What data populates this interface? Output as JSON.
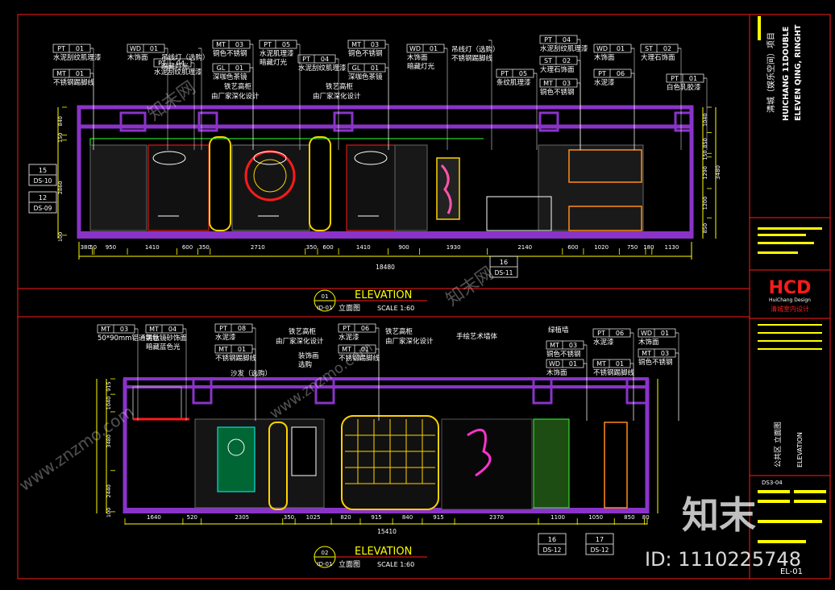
{
  "watermarks": {
    "site_name": "知末网",
    "site_url": "www.znzmo.com",
    "brand": "知末",
    "id_label": "ID: 1110225748"
  },
  "elevation_top": {
    "title": "ELEVATION",
    "badge_top": "01",
    "badge_bottom": "ID-01",
    "subtitle": "立面图",
    "scale": "SCALE  1:60",
    "tags": [
      {
        "code": "PT",
        "num": "01",
        "desc": [
          "水泥刮纹肌理漆"
        ]
      },
      {
        "code": "MT",
        "num": "01",
        "desc": [
          "不锈钢踢脚线"
        ]
      },
      {
        "code": "WD",
        "num": "01",
        "desc": [
          "木饰面"
        ]
      },
      {
        "code": "",
        "num": "",
        "desc": [
          "吊线灯（选购）",
          "暗藏灯光"
        ]
      },
      {
        "code": "PT",
        "num": "04",
        "desc": [
          "水泥刮纹肌理漆"
        ]
      },
      {
        "code": "MT",
        "num": "03",
        "desc": [
          "铜色不锈钢"
        ]
      },
      {
        "code": "GL",
        "num": "01",
        "desc": [
          "深咖色茶镜"
        ]
      },
      {
        "code": "PT",
        "num": "05",
        "desc": [
          "水泥肌理漆",
          "暗藏灯光"
        ]
      },
      {
        "code": "PT",
        "num": "04",
        "desc": [
          "水泥刮纹肌理漆"
        ]
      },
      {
        "code": "MT",
        "num": "03",
        "desc": [
          "铜色不锈钢"
        ]
      },
      {
        "code": "GL",
        "num": "01",
        "desc": [
          "深咖色茶镜"
        ]
      },
      {
        "code": "WD",
        "num": "01",
        "desc": [
          "木饰面",
          "暗藏灯光"
        ]
      },
      {
        "code": "",
        "num": "",
        "desc": [
          "吊线灯（选购）",
          "不锈钢踢脚线"
        ]
      },
      {
        "code": "PT",
        "num": "04",
        "desc": [
          "水泥刮纹肌理漆"
        ]
      },
      {
        "code": "ST",
        "num": "02",
        "desc": [
          "大理石饰面"
        ]
      },
      {
        "code": "MT",
        "num": "03",
        "desc": [
          "铜色不锈钢"
        ]
      },
      {
        "code": "PT",
        "num": "05",
        "desc": [
          "条纹肌理漆"
        ]
      },
      {
        "code": "WD",
        "num": "01",
        "desc": [
          "木饰面"
        ]
      },
      {
        "code": "PT",
        "num": "06",
        "desc": [
          "水泥漆"
        ]
      },
      {
        "code": "ST",
        "num": "02",
        "desc": [
          "大理石饰面"
        ]
      },
      {
        "code": "PT",
        "num": "01",
        "desc": [
          "白色乳胶漆"
        ]
      }
    ],
    "callouts": [
      "铁艺高柜",
      "由厂家深化设计",
      "铁艺高柜",
      "由厂家深化设计"
    ],
    "dims_bottom": [
      "380",
      "50",
      "950",
      "1410",
      "600",
      "350",
      "2710",
      "350",
      "600",
      "1410",
      "900",
      "1930",
      "2140",
      "600",
      "1020",
      "750",
      "180",
      "1130"
    ],
    "dims_total": "18480",
    "dims_left": [
      "840",
      "150",
      "2860",
      "100"
    ],
    "dims_right": [
      "1040",
      "850",
      "150",
      "1290",
      "1200",
      "850"
    ],
    "dims_right_total": "3480",
    "section_marks": [
      {
        "id": "15",
        "sheet": "DS-10"
      },
      {
        "id": "12",
        "sheet": "DS-09"
      },
      {
        "id": "16",
        "sheet": "DS-11"
      }
    ]
  },
  "elevation_bottom": {
    "title": "ELEVATION",
    "badge_top": "02",
    "badge_bottom": "ID-01",
    "subtitle": "立面图",
    "scale": "SCALE  1:60",
    "tags": [
      {
        "code": "MT",
        "num": "03",
        "desc": [
          "50*90mm铝通铜色"
        ]
      },
      {
        "code": "MT",
        "num": "04",
        "desc": [
          "黑钛镜砂饰面",
          "暗藏蓝色光"
        ]
      },
      {
        "code": "PT",
        "num": "08",
        "desc": [
          "水泥漆"
        ]
      },
      {
        "code": "MT",
        "num": "01",
        "desc": [
          "不锈钢踢脚线"
        ]
      },
      {
        "code": "PT",
        "num": "06",
        "desc": [
          "水泥漆"
        ]
      },
      {
        "code": "MT",
        "num": "01",
        "desc": [
          "不锈钢踢脚线"
        ]
      },
      {
        "code": "MT",
        "num": "03",
        "desc": [
          "铜色不锈钢"
        ]
      },
      {
        "code": "WD",
        "num": "01",
        "desc": [
          "木饰面"
        ]
      },
      {
        "code": "PT",
        "num": "06",
        "desc": [
          "水泥漆"
        ]
      },
      {
        "code": "MT",
        "num": "01",
        "desc": [
          "不锈钢踢脚线"
        ]
      },
      {
        "code": "WD",
        "num": "01",
        "desc": [
          "木饰面"
        ]
      },
      {
        "code": "MT",
        "num": "03",
        "desc": [
          "铜色不锈钢"
        ]
      }
    ],
    "callouts": [
      "沙发（选购）",
      "铁艺高柜",
      "由厂家深化设计",
      "装饰画",
      "选购",
      "铁艺高柜",
      "由厂家深化设计",
      "手绘艺术墙体",
      "绿植墙"
    ],
    "dims_bottom": [
      "1640",
      "520",
      "2305",
      "350",
      "1025",
      "820",
      "915",
      "840",
      "915",
      "2370",
      "1100",
      "1050",
      "850",
      "80"
    ],
    "dims_total": "15410",
    "dims_left": [
      "915",
      "1040",
      "3480",
      "2440",
      "100"
    ],
    "section_marks": [
      {
        "id": "16",
        "sheet": "DS-12"
      },
      {
        "id": "17",
        "sheet": "DS-12"
      }
    ]
  },
  "title_block": {
    "project_cn": "清城（娱乐空间）项目",
    "project_en1": "HUICHANG 11DOUBLE",
    "project_en2": "ELEVEN QING, RINGHT",
    "logo": "HCD",
    "logo_sub": "HuiChang Design",
    "company_cn": "清城室内设计",
    "drawing_name_cn": "公共区 立面图",
    "drawing_name_en": "ELEVATION",
    "drawing_no": "DS3-04",
    "sheet_code": "EL-01"
  },
  "colors": {
    "purple": "#8a33c9",
    "yellow": "#ffff00",
    "cyan": "#00ffff",
    "red": "#ff1a1a",
    "green": "#33ff33",
    "white": "#ffffff"
  }
}
